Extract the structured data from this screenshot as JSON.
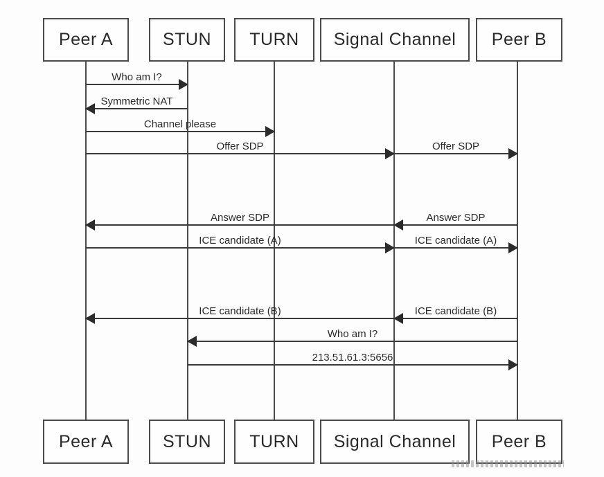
{
  "diagram": {
    "type": "sequence-diagram",
    "subject": "WebRTC ICE / SDP signaling flow",
    "colors": {
      "background": "#fdfdfd",
      "line": "#3a3a3a",
      "border": "#4a4a4a",
      "text": "#2a2a2a"
    },
    "actors": [
      {
        "id": "peer-a",
        "label": "Peer A"
      },
      {
        "id": "stun",
        "label": "STUN"
      },
      {
        "id": "turn",
        "label": "TURN"
      },
      {
        "id": "signal-channel",
        "label": "Signal Channel"
      },
      {
        "id": "peer-b",
        "label": "Peer B"
      }
    ],
    "messages": [
      {
        "label": "Who am I?",
        "from": "peer-a",
        "to": "stun",
        "direction": "right"
      },
      {
        "label": "Symmetric NAT",
        "from": "stun",
        "to": "peer-a",
        "direction": "left"
      },
      {
        "label": "Channel please",
        "from": "peer-a",
        "to": "turn",
        "direction": "right"
      },
      {
        "label": "Offer SDP",
        "from": "peer-a",
        "to": "signal-channel",
        "direction": "right"
      },
      {
        "label": "Offer SDP",
        "from": "signal-channel",
        "to": "peer-b",
        "direction": "right"
      },
      {
        "label": "Answer SDP",
        "from": "signal-channel",
        "to": "peer-a",
        "direction": "left"
      },
      {
        "label": "Answer SDP",
        "from": "peer-b",
        "to": "signal-channel",
        "direction": "left"
      },
      {
        "label": "ICE candidate (A)",
        "from": "peer-a",
        "to": "signal-channel",
        "direction": "right"
      },
      {
        "label": "ICE candidate (A)",
        "from": "signal-channel",
        "to": "peer-b",
        "direction": "right"
      },
      {
        "label": "ICE candidate (B)",
        "from": "signal-channel",
        "to": "peer-a",
        "direction": "left"
      },
      {
        "label": "ICE candidate (B)",
        "from": "peer-b",
        "to": "signal-channel",
        "direction": "left"
      },
      {
        "label": "Who am I?",
        "from": "peer-b",
        "to": "stun",
        "direction": "left"
      },
      {
        "label": "213.51.61.3:5656",
        "from": "stun",
        "to": "peer-b",
        "direction": "right"
      }
    ]
  }
}
